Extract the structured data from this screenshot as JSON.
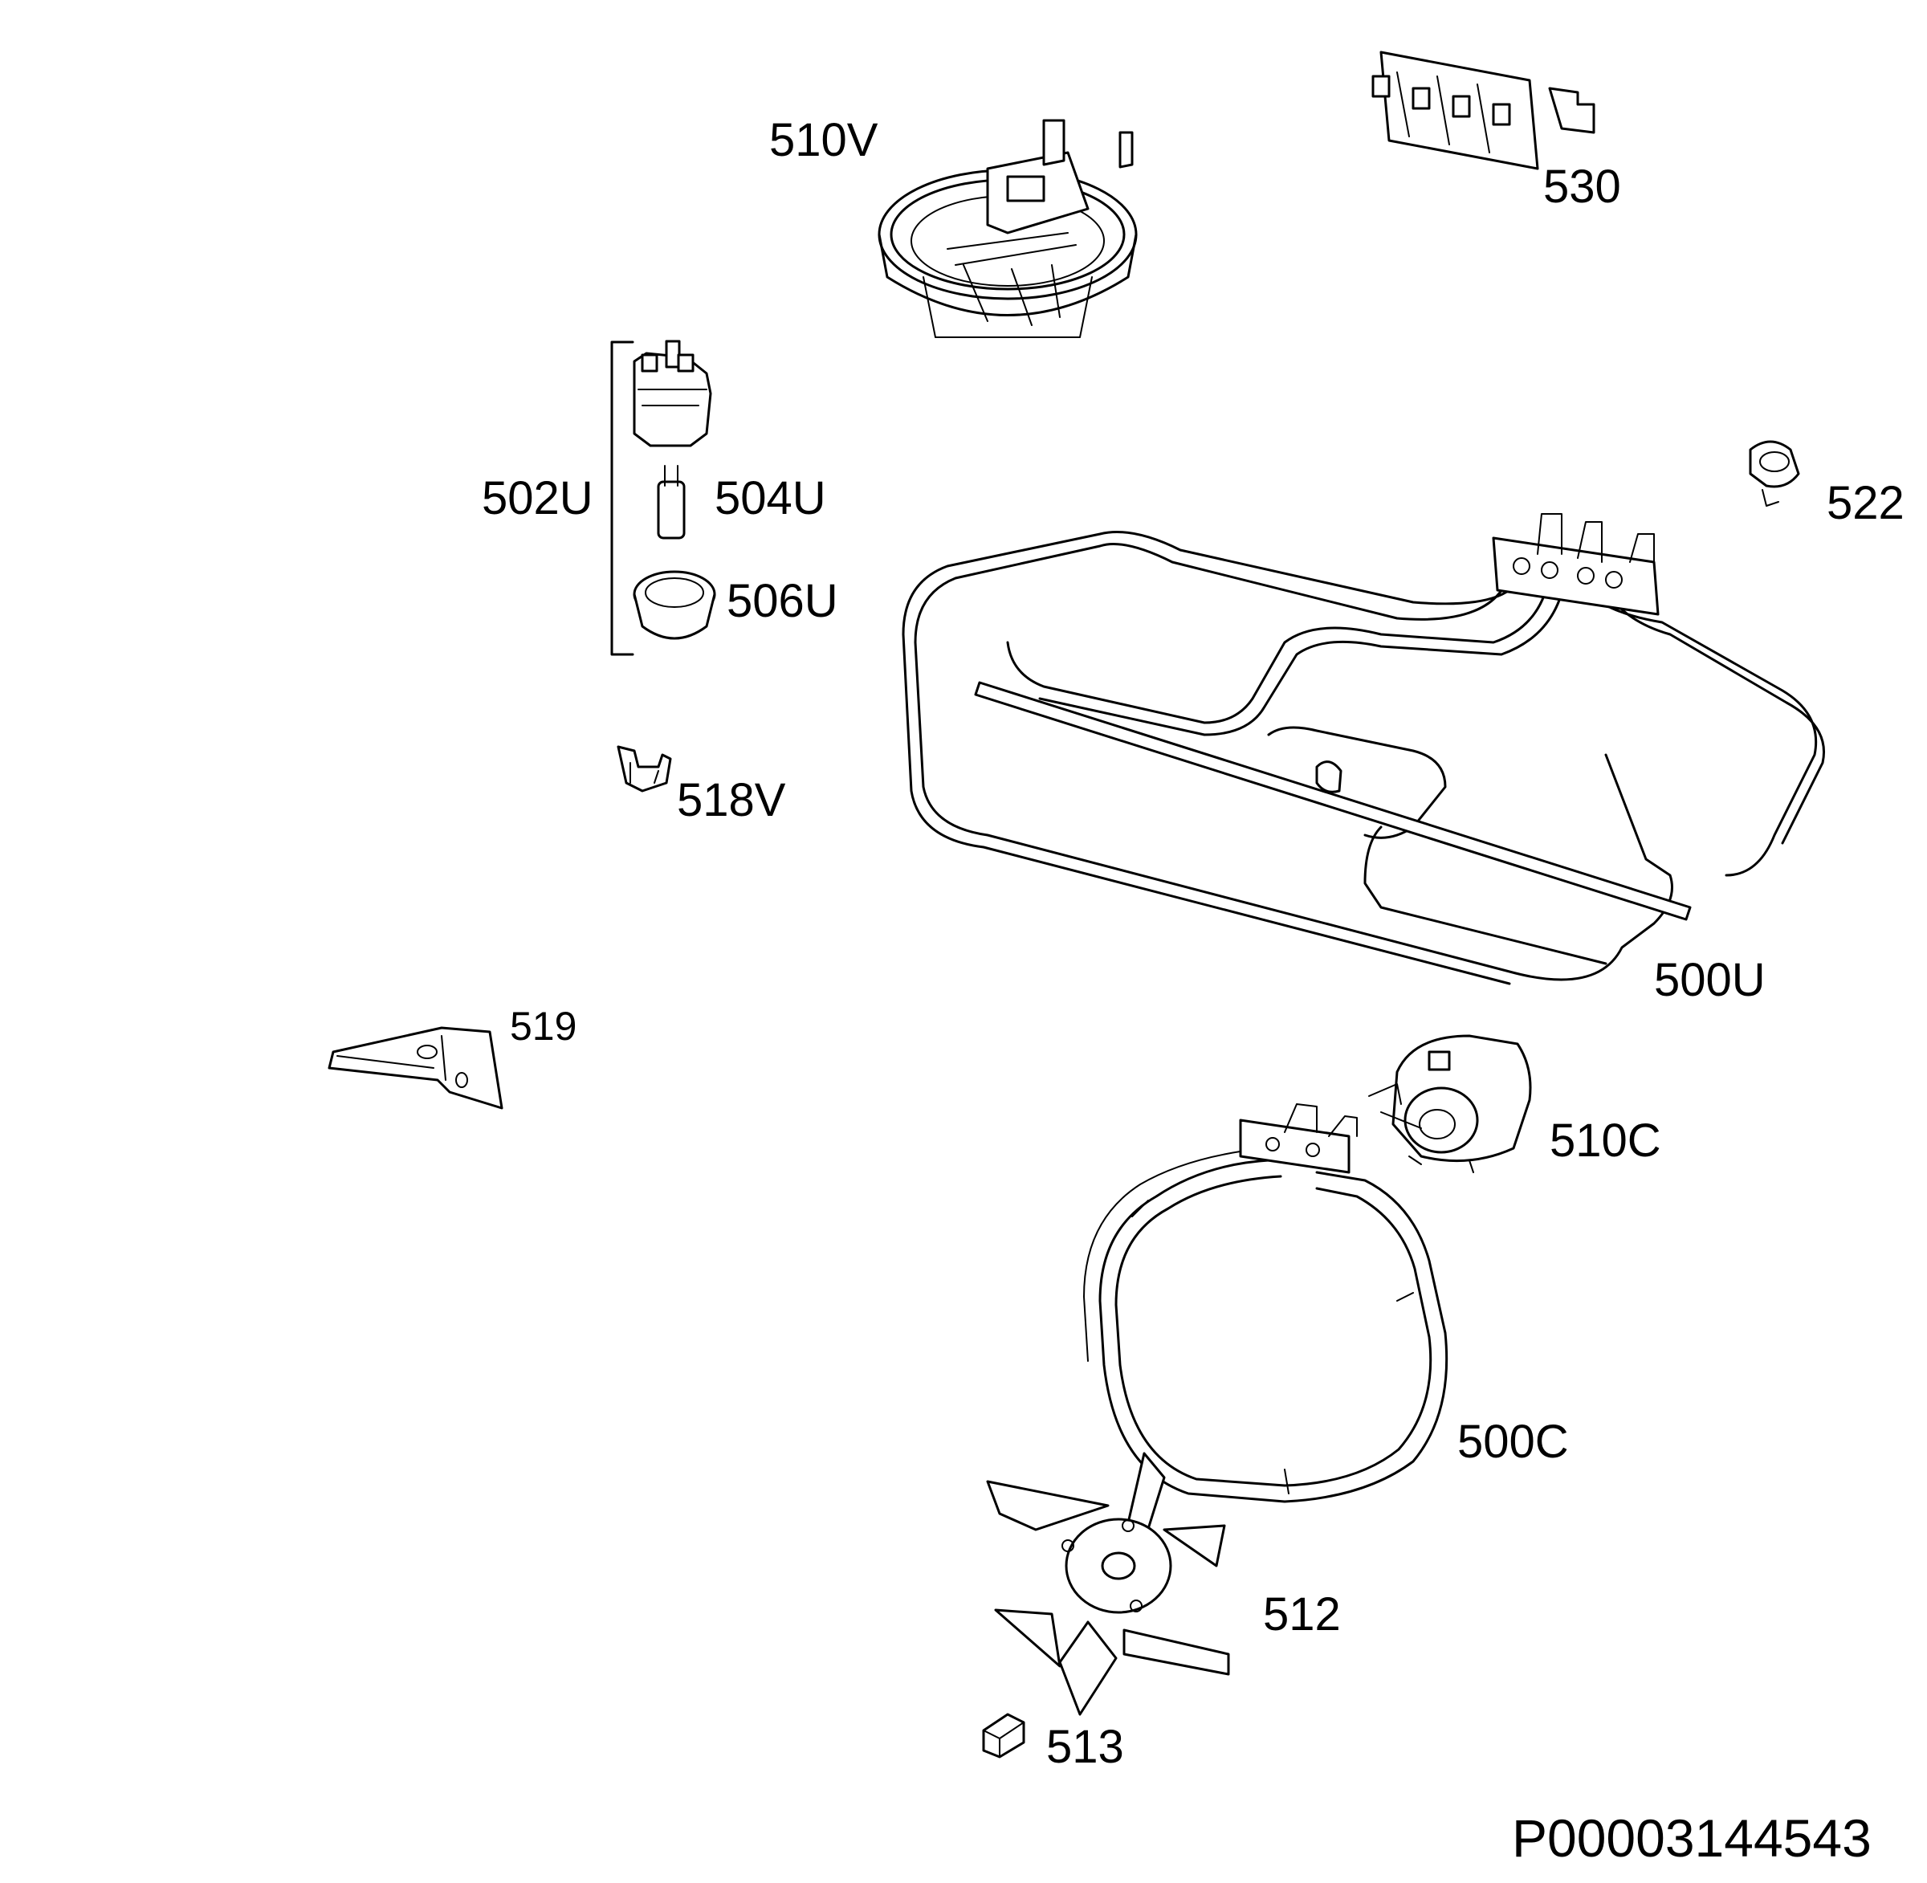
{
  "diagram_id": "P00003144543",
  "parts": {
    "p510V": "510V",
    "p530": "530",
    "p502U": "502U",
    "p504U": "504U",
    "p506U": "506U",
    "p522": "522",
    "p518V": "518V",
    "p500U": "500U",
    "p519": "519",
    "p510C": "510C",
    "p500C": "500C",
    "p512": "512",
    "p513": "513"
  }
}
